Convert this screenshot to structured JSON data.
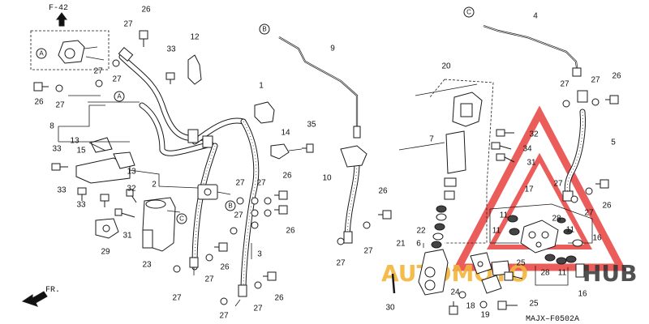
{
  "diagram": {
    "code": "MAJX–F0502A",
    "ref_page": "F-42",
    "front_label": "FR.",
    "ref_circles": [
      "A",
      "B",
      "C"
    ],
    "part_labels": [
      {
        "id": "p1",
        "text": "1"
      },
      {
        "id": "p2",
        "text": "2"
      },
      {
        "id": "p3",
        "text": "3"
      },
      {
        "id": "p4",
        "text": "4"
      },
      {
        "id": "p5",
        "text": "5"
      },
      {
        "id": "p6",
        "text": "6"
      },
      {
        "id": "p7",
        "text": "7"
      },
      {
        "id": "p8",
        "text": "8"
      },
      {
        "id": "p9",
        "text": "9"
      },
      {
        "id": "p10",
        "text": "10"
      },
      {
        "id": "p11",
        "text": "11"
      },
      {
        "id": "p12",
        "text": "12"
      },
      {
        "id": "p13",
        "text": "13"
      },
      {
        "id": "p14",
        "text": "14"
      },
      {
        "id": "p15",
        "text": "15"
      },
      {
        "id": "p16",
        "text": "16"
      },
      {
        "id": "p17",
        "text": "17"
      },
      {
        "id": "p18",
        "text": "18"
      },
      {
        "id": "p19",
        "text": "19"
      },
      {
        "id": "p20",
        "text": "20"
      },
      {
        "id": "p21",
        "text": "21"
      },
      {
        "id": "p22",
        "text": "22"
      },
      {
        "id": "p23",
        "text": "23"
      },
      {
        "id": "p24",
        "text": "24"
      },
      {
        "id": "p25",
        "text": "25"
      },
      {
        "id": "p26",
        "text": "26"
      },
      {
        "id": "p27",
        "text": "27"
      },
      {
        "id": "p28",
        "text": "28"
      },
      {
        "id": "p29",
        "text": "29"
      },
      {
        "id": "p30",
        "text": "30"
      },
      {
        "id": "p31",
        "text": "31"
      },
      {
        "id": "p32",
        "text": "32"
      },
      {
        "id": "p33",
        "text": "33"
      },
      {
        "id": "p34",
        "text": "34"
      },
      {
        "id": "p35",
        "text": "35"
      }
    ],
    "watermark": {
      "part1": "AUTOMOTO",
      "part2": "HUB"
    }
  }
}
